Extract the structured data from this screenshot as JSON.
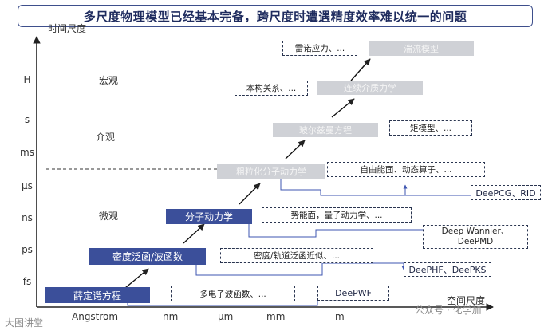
{
  "title": "多尺度物理模型已经基本完备，跨尺度时遭遇精度效率难以统一的问题",
  "axes": {
    "y_title": "时间尺度",
    "x_title": "空间尺度",
    "y_ticks": [
      "H",
      "s",
      "ms",
      "μs",
      "ns",
      "ps",
      "fs"
    ],
    "x_ticks": [
      "Angstrom",
      "nm",
      "μm",
      "mm",
      "m"
    ]
  },
  "scale_labels": {
    "macro": "宏观",
    "meso": "介观",
    "micro": "微观"
  },
  "methods": {
    "schrodinger": "薛定谔方程",
    "dft": "密度泛函/波函数",
    "md": "分子动力学",
    "cgmd": "粗粒化分子动力学",
    "boltzmann": "玻尔兹曼方程",
    "continuum": "连续介质力学",
    "turbulence": "湍流模型"
  },
  "approximations": {
    "many_electron": "多电子波函数、...",
    "density_functional_orbital": "密度/轨道泛函近似、...",
    "potential_surface": "势能面，量子动力学、...",
    "free_energy": "自由能面、动态算子、...",
    "moment_model": "矩模型、...",
    "constitutive": "本构关系、...",
    "reynolds": "雷诺应力、..."
  },
  "ai_methods": {
    "deeppwf": "DeePWF",
    "deephf": "DeePHF、DeePKS",
    "deepwannier_line1": "Deep Wannier、",
    "deepwannier_line2": "DeePMD",
    "deepcg": "DeePCG、RID"
  },
  "watermarks": {
    "left": "大图讲堂",
    "right": "公众号 · 化学加"
  },
  "colors": {
    "frame": "#3e4f8c",
    "solid_box": "#3b4f9a",
    "grey_box": "#cfd1d6",
    "axis": "#222222"
  }
}
